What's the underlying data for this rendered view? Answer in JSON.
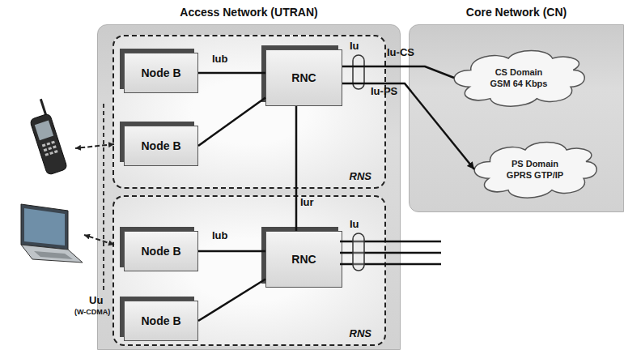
{
  "diagram": {
    "nodes": [
      {
        "text": [
          "Access Network (UTRAN)"
        ]
      },
      {
        "text": [
          "RNS"
        ],
        "in": 0
      },
      {
        "text": [
          "Node B"
        ],
        "in": 1
      },
      {
        "text": [
          "Node B"
        ],
        "in": 1
      },
      {
        "text": [
          "RNC"
        ],
        "in": 1
      },
      {
        "text": [
          "RNS"
        ],
        "in": 0
      },
      {
        "text": [
          "Node B"
        ],
        "in": 5
      },
      {
        "text": [
          "Node B"
        ],
        "in": 5
      },
      {
        "text": [
          "RNC"
        ],
        "in": 5
      },
      {
        "text": [
          "Core Network (CN)"
        ]
      },
      {
        "text": [
          "CS Domain",
          "GSM 64 Kbps"
        ],
        "in": 9
      },
      {
        "text": [
          "PS Domain",
          "GPRS GTP/IP"
        ],
        "in": 9
      }
    ],
    "edges": [
      {
        "from": 2,
        "to": 4,
        "arrow": "none",
        "label": "Iub"
      },
      {
        "from": 3,
        "to": 4,
        "arrow": "none"
      },
      {
        "from": 4,
        "to": 8,
        "arrow": "none",
        "label": "Iur"
      },
      {
        "from": 4,
        "to": 10,
        "arrow": "none",
        "label": "Iu-CS"
      },
      {
        "from": 4,
        "to": 11,
        "arrow": "to",
        "label": "Iu-PS"
      },
      {
        "from": 6,
        "to": 8,
        "arrow": "none",
        "label": "Iub"
      },
      {
        "from": 7,
        "to": 8,
        "arrow": "none"
      }
    ],
    "labels": [
      "Iu",
      "Iu",
      "Uu",
      "(W-CDMA)"
    ]
  }
}
